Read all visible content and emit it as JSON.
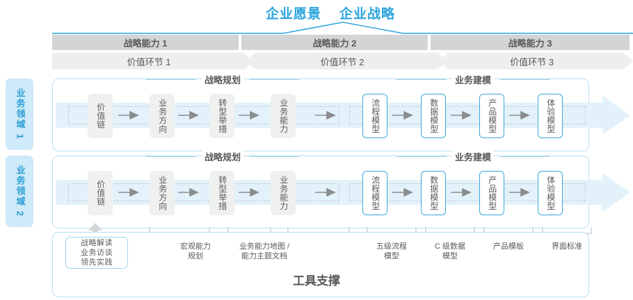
{
  "title_bar": {
    "titles": [
      "企业愿景",
      "企业战略"
    ],
    "accent_color": "#29a3dc"
  },
  "capability_header": {
    "items": [
      {
        "capability": "战略能力 1",
        "value_link": "价值环节 1"
      },
      {
        "capability": "战略能力 2",
        "value_link": "价值环节 2"
      },
      {
        "capability": "战略能力 3",
        "value_link": "价值环节 3"
      }
    ],
    "bar_color": "#d2d4d5",
    "chevron_color": "#eeeeee"
  },
  "domains": [
    {
      "tab_label": "业务领域 1",
      "sections": [
        {
          "caption": "战略规划",
          "steps": [
            "价值链",
            "业务方向",
            "转型举措",
            "业务能力"
          ],
          "style": "gray"
        },
        {
          "caption": "业务建模",
          "steps": [
            "流程模型",
            "数据模型",
            "产品模型",
            "体验模型"
          ],
          "style": "blue"
        }
      ]
    },
    {
      "tab_label": "业务领域 2",
      "sections": [
        {
          "caption": "战略规划",
          "steps": [
            "价值链",
            "业务方向",
            "转型举措",
            "业务能力"
          ],
          "style": "gray"
        },
        {
          "caption": "业务建模",
          "steps": [
            "流程模型",
            "数据模型",
            "产品模型",
            "体验模型"
          ],
          "style": "blue"
        }
      ]
    }
  ],
  "tool_support": {
    "title": "工具支撑",
    "source_box": [
      "战略解读",
      "业务访谈",
      "领先实践"
    ],
    "labels": [
      {
        "line1": "宏观能力",
        "line2": "规划"
      },
      {
        "line1": "业务能力地图 /",
        "line2": "能力主题文档"
      },
      {
        "line1": "五级流程",
        "line2": "模型"
      },
      {
        "line1": "C 级数据",
        "line2": "模型"
      },
      {
        "line1": "产品模板",
        "line2": ""
      },
      {
        "line1": "界面标准",
        "line2": ""
      }
    ]
  },
  "colors": {
    "tab_bg": "#cfeaf8",
    "tab_text": "#2a9ed6",
    "panel_border": "#b9dff1",
    "blue_box_border": "#3ba7dd",
    "gray_box_bg": "#eff0f0",
    "text": "#58595b"
  }
}
